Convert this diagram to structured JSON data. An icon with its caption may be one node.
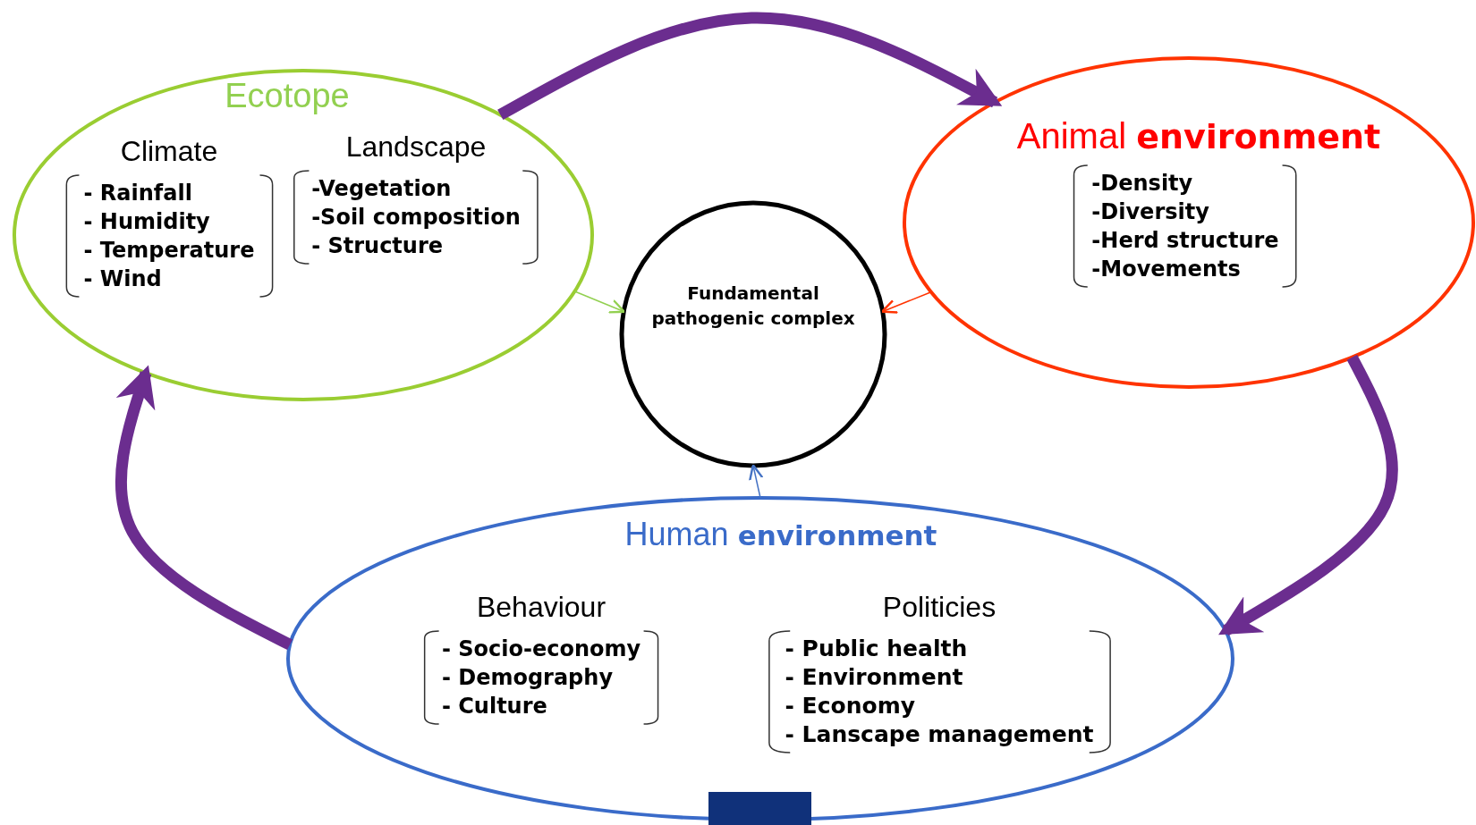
{
  "diagram": {
    "nodes": [
      {
        "text": [
          "Ecotope"
        ]
      },
      {
        "text": [
          "Climate",
          "- Rainfall",
          "- Humidity",
          "- Temperature",
          "- Wind"
        ],
        "in": 0
      },
      {
        "text": [
          "Landscape",
          "-Vegetation",
          "-Soil composition",
          "- Structure"
        ],
        "in": 0
      },
      {
        "text": [
          "Fundamental pathogenic complex"
        ]
      },
      {
        "text": [
          "Animal **environment**"
        ]
      },
      {
        "text": [
          "-Density",
          "-Diversity",
          "-Herd structure",
          "-Movements"
        ],
        "in": 4
      },
      {
        "text": [
          "Human **environment**"
        ]
      },
      {
        "text": [
          "Behaviour",
          "- Socio-economy",
          "- Demography",
          "- Culture"
        ],
        "in": 6
      },
      {
        "text": [
          "Politicies",
          "- Public health",
          "- Environment",
          "- Economy",
          "- Lanscape management"
        ],
        "in": 6
      }
    ],
    "edges": [
      {
        "from": 0,
        "to": 4,
        "arrow": "to",
        "style": "thick",
        "color": "#6b2d8f"
      },
      {
        "from": 4,
        "to": 6,
        "arrow": "to",
        "style": "thick",
        "color": "#6b2d8f"
      },
      {
        "from": 6,
        "to": 0,
        "arrow": "to",
        "style": "thick",
        "color": "#6b2d8f"
      },
      {
        "from": 0,
        "to": 3,
        "arrow": "to",
        "color": "#92d050"
      },
      {
        "from": 4,
        "to": 3,
        "arrow": "to",
        "color": "#ff3300"
      },
      {
        "from": 6,
        "to": 3,
        "arrow": "to",
        "color": "#4472c4"
      }
    ]
  }
}
